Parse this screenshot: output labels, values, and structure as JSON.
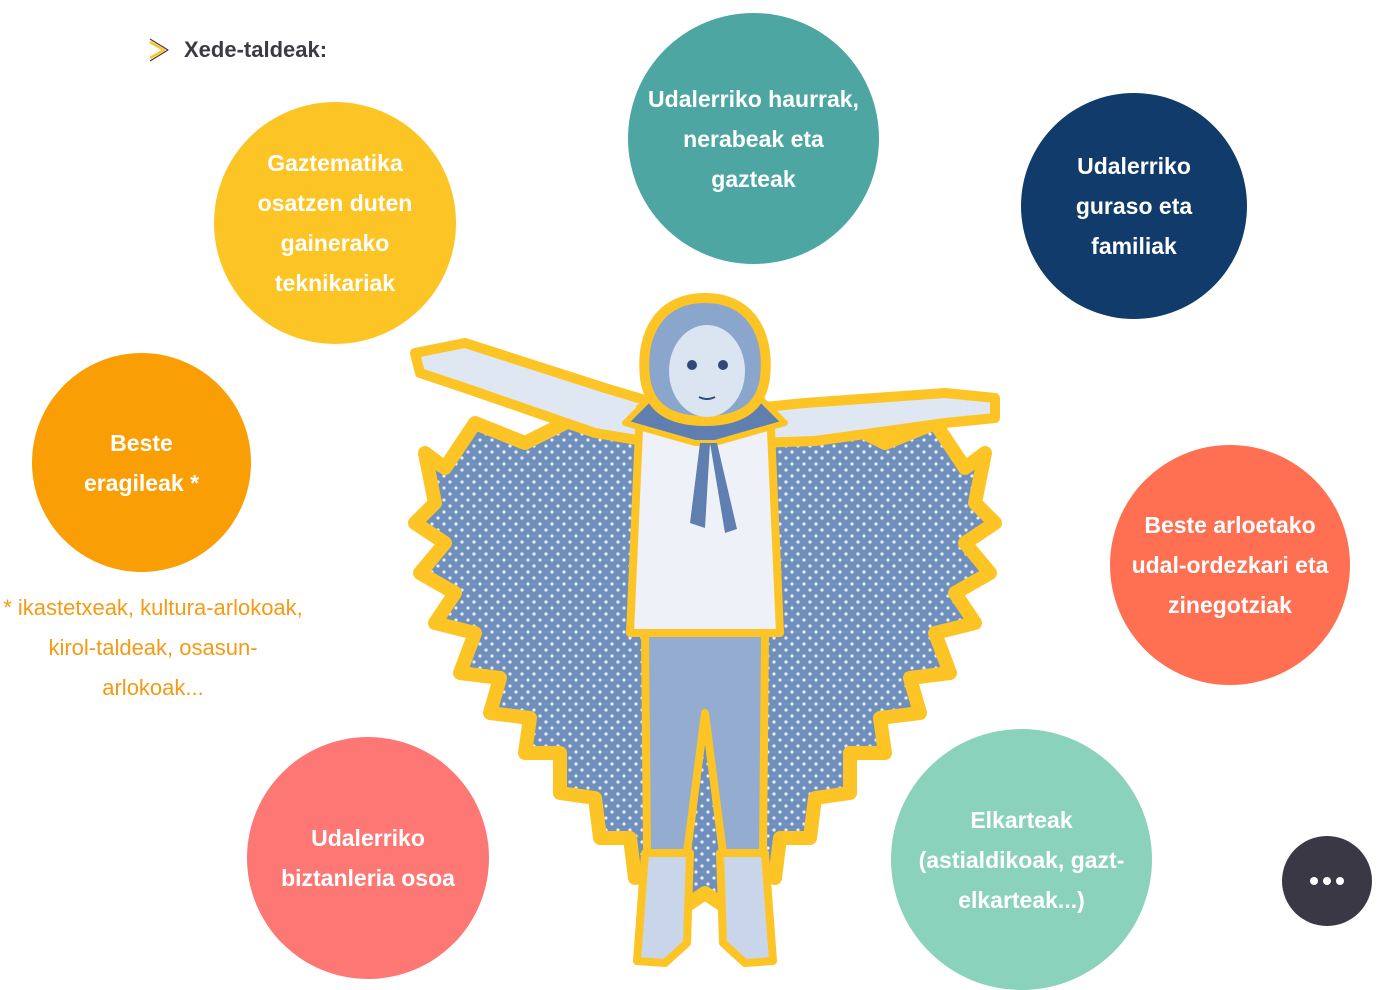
{
  "heading": {
    "icon": "double-chevron-right-icon",
    "icon_color": "#fdc425",
    "label": "Xede-taldeak:"
  },
  "groups": [
    {
      "text": "Udalerriko haurrak, nerabeak eta gazteak",
      "color": "#4ea6a3"
    },
    {
      "text": "Udalerriko guraso eta familiak",
      "color": "#103b6a"
    },
    {
      "text": "Gaztematika osatzen duten gainerako teknikariak",
      "color": "#fdc425"
    },
    {
      "text": "Beste eragileak *",
      "color": "#fa9e05"
    },
    {
      "text": "Beste arloetako udal-ordezkari eta zinegotziak",
      "color": "#ff7053"
    },
    {
      "text": "Udalerriko biztanleria osoa",
      "color": "#fd7775"
    },
    {
      "text": "Elkarteak (astialdikoak, gazt-elkarteak...)",
      "color": "#8bd2bd"
    }
  ],
  "footnote": "* ikastetxeak, kultura-arlokoak, kirol-taldeak, osasun-arlokoak...",
  "illustration": {
    "subject": "child-in-cape-illustration",
    "outline_color": "#fdc425",
    "tint_color": "#5e7fb0"
  },
  "more_button": {
    "icon": "ellipsis-icon",
    "color": "#3b3846"
  }
}
